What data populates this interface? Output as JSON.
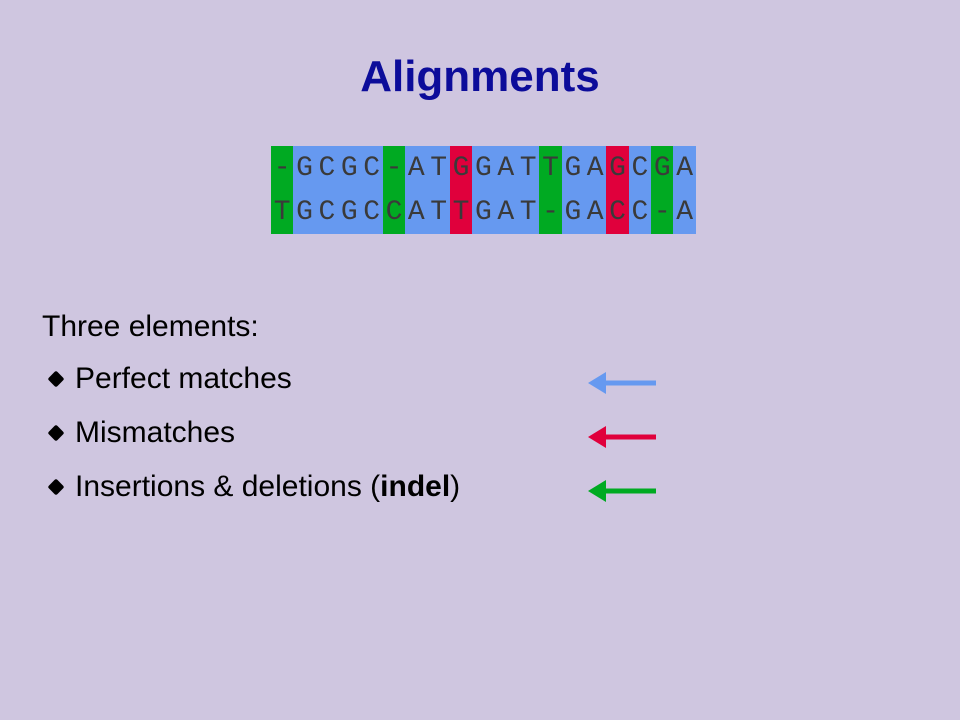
{
  "slide": {
    "title": "Alignments",
    "intro": "Three elements:"
  },
  "alignment": {
    "row1": "-GCGC-ATGGATTGAGCGA",
    "row2": "TGCGCCATTGAT-GACC-A",
    "column_types": [
      "indel",
      "match",
      "match",
      "match",
      "match",
      "indel",
      "match",
      "match",
      "mismatch",
      "match",
      "match",
      "match",
      "indel",
      "match",
      "match",
      "mismatch",
      "match",
      "indel",
      "match"
    ]
  },
  "bullets": [
    {
      "label": "Perfect matches",
      "arrow_color": "#6699f0"
    },
    {
      "label": "Mismatches",
      "arrow_color": "#e0003c"
    },
    {
      "label_before": "Insertions & deletions (",
      "label_bold": "indel",
      "label_after": ")",
      "arrow_color": "#00aa22"
    }
  ],
  "colors": {
    "background": "#cfc6e0",
    "title": "#0c0c9a",
    "match": "#6699f0",
    "mismatch": "#e0003c",
    "indel": "#00aa22"
  }
}
